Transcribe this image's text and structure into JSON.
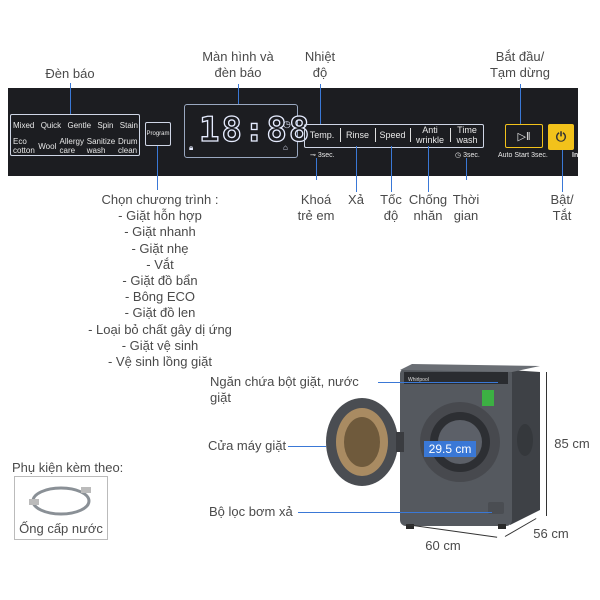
{
  "panel": {
    "indicators": [
      "Mixed",
      "Quick",
      "Gentle",
      "Spin",
      "Stain",
      "Eco cotton",
      "Wool",
      "Allergy care",
      "Sanitize wash",
      "Drum clean"
    ],
    "program_button": "Program",
    "display_digits": "18:88",
    "function_buttons": [
      "Temp.",
      "Rinse",
      "Speed",
      "Anti wrinkle",
      "Time wash"
    ],
    "lock_hint": "3sec.",
    "time_hint": "3sec.",
    "start_hint": "Auto Start 3sec.",
    "edge_text": "In"
  },
  "callouts": {
    "indicator_lights": "Đèn báo",
    "screen": [
      "Màn hình và",
      "đèn báo"
    ],
    "temp": [
      "Nhiệt",
      "độ"
    ],
    "start_pause": [
      "Bắt đầu/",
      "Tạm dừng"
    ],
    "child_lock": [
      "Khoá",
      "trẻ em"
    ],
    "rinse": "Xả",
    "speed": [
      "Tốc",
      "độ"
    ],
    "anti_wrinkle": [
      "Chống",
      "nhăn"
    ],
    "time": [
      "Thời",
      "gian"
    ],
    "power": [
      "Bật/",
      "Tắt"
    ]
  },
  "programs": {
    "title": "Chọn chương trình :",
    "items": [
      "- Giặt hỗn hợp",
      "- Giặt nhanh",
      "- Giặt nhẹ",
      "- Vắt",
      "- Giặt đồ bẩn",
      "- Bông ECO",
      "- Giặt đồ len",
      "- Loại bỏ chất gây dị ứng",
      "- Giặt vệ sinh",
      "- Vệ sinh lồng giặt"
    ]
  },
  "machine": {
    "detergent": "Ngăn chứa bột giặt, nước giặt",
    "door": "Cửa máy giặt",
    "filter": "Bộ lọc bơm xả",
    "door_diameter": "29.5 cm",
    "height": "85 cm",
    "width": "60 cm",
    "depth": "56 cm",
    "brand": "Whirlpool"
  },
  "accessory": {
    "title": "Phụ kiện kèm theo:",
    "item": "Ống cấp nước"
  },
  "colors": {
    "accent": "#3a78d6",
    "power": "#f2c21b",
    "panel": "#1c1d21",
    "body": "#55595f"
  }
}
